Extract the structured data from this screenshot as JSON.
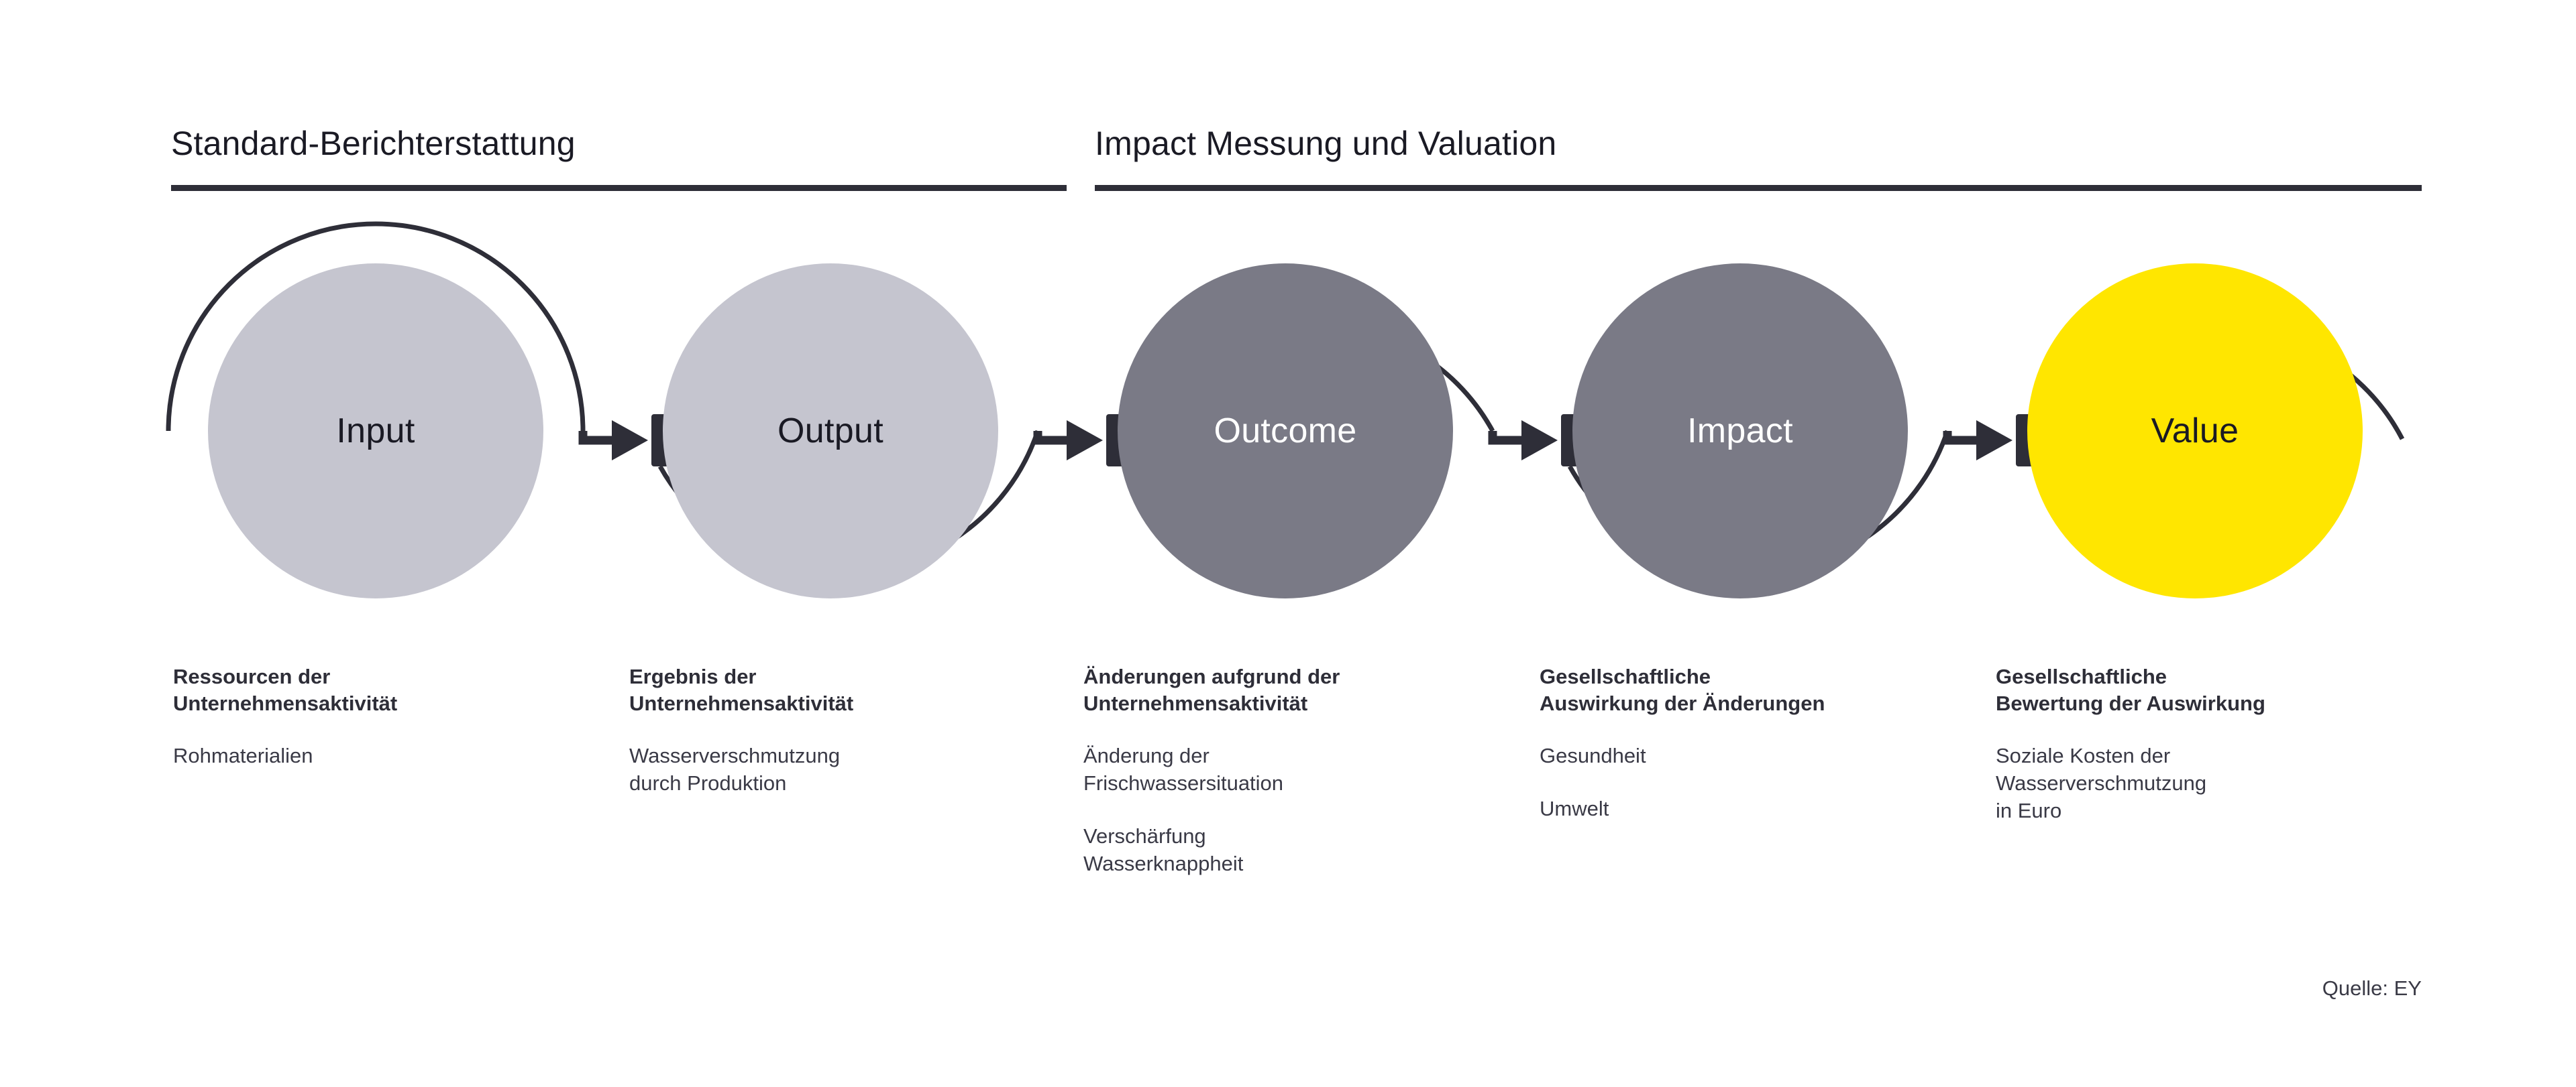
{
  "sections": [
    {
      "id": "standard",
      "label": "Standard-Berichterstattung"
    },
    {
      "id": "impact",
      "label": "Impact Messung und Valuation"
    }
  ],
  "nodes": [
    {
      "id": "input",
      "label": "Input",
      "tone": "light",
      "fill": "#c5c5cf",
      "text_color": "#1a1a24"
    },
    {
      "id": "output",
      "label": "Output",
      "tone": "light",
      "fill": "#c5c5cf",
      "text_color": "#1a1a24"
    },
    {
      "id": "outcome",
      "label": "Outcome",
      "tone": "dark",
      "fill": "#7a7a86",
      "text_color": "#ffffff"
    },
    {
      "id": "impact",
      "label": "Impact",
      "tone": "dark",
      "fill": "#7a7a86",
      "text_color": "#ffffff"
    },
    {
      "id": "value",
      "label": "Value",
      "tone": "accent",
      "fill": "#ffe600",
      "text_color": "#1a1a24"
    }
  ],
  "columns": [
    {
      "id": "input",
      "title": "Ressourcen der\nUnternehmensaktivität",
      "items": [
        "Rohmaterialien"
      ]
    },
    {
      "id": "output",
      "title": "Ergebnis der\nUnternehmensaktivität",
      "items": [
        "Wasserverschmutzung\ndurch Produktion"
      ]
    },
    {
      "id": "outcome",
      "title": "Änderungen aufgrund der\nUnternehmensaktivität",
      "items": [
        "Änderung der\nFrischwassersituation",
        "Verschärfung\nWasserknappheit"
      ]
    },
    {
      "id": "impact",
      "title": "Gesellschaftliche\nAuswirkung der Änderungen",
      "items": [
        "Gesundheit",
        "Umwelt"
      ]
    },
    {
      "id": "value",
      "title": "Gesellschaftliche\nBewertung der Auswirkung",
      "items": [
        "Soziale Kosten der\nWasserverschmutzung\nin Euro"
      ]
    }
  ],
  "connectors": [
    {
      "id": "input-to-output",
      "direction": "over",
      "has_arrow": true
    },
    {
      "id": "output-to-outcome",
      "direction": "under",
      "has_arrow": true
    },
    {
      "id": "outcome-to-impact",
      "direction": "over",
      "has_arrow": true
    },
    {
      "id": "impact-to-value",
      "direction": "under",
      "has_arrow": true
    },
    {
      "id": "value-terminal",
      "direction": "over",
      "has_arrow": false
    }
  ],
  "source": {
    "label": "Quelle: EY"
  },
  "colors": {
    "ink": "#2e2e38",
    "accent": "#ffe600",
    "node_light": "#c5c5cf",
    "node_dark": "#7a7a86",
    "background": "#ffffff"
  }
}
